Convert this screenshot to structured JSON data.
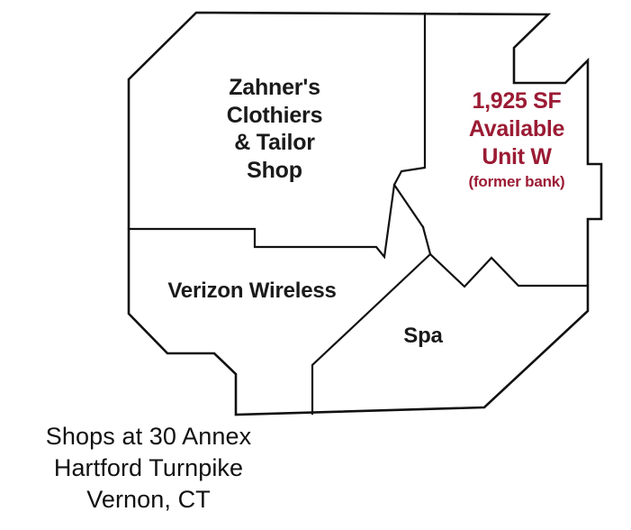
{
  "document": {
    "type": "retail-floor-plan",
    "background_color": "#ffffff",
    "wall_color": "#111111",
    "label_color": "#1a1a1a",
    "highlight_color": "#9B1B34"
  },
  "units": [
    {
      "id": "zahners",
      "label": "Zahner's\nClothiers\n& Tailor\nShop",
      "tenant": "Zahner's Clothiers & Tailor Shop"
    },
    {
      "id": "verizon",
      "label": "Verizon Wireless",
      "tenant": "Verizon Wireless"
    },
    {
      "id": "spa",
      "label": "Spa",
      "tenant": "Spa"
    }
  ],
  "available_unit": {
    "size_line": "1,925 SF",
    "status_line": "Available",
    "unit_line": "Unit W",
    "note_line": "(former bank)",
    "color": "#9B1B34"
  },
  "caption": {
    "line1": "Shops at 30 Annex",
    "line2": "Hartford Turnpike",
    "line3": "Vernon, CT"
  }
}
